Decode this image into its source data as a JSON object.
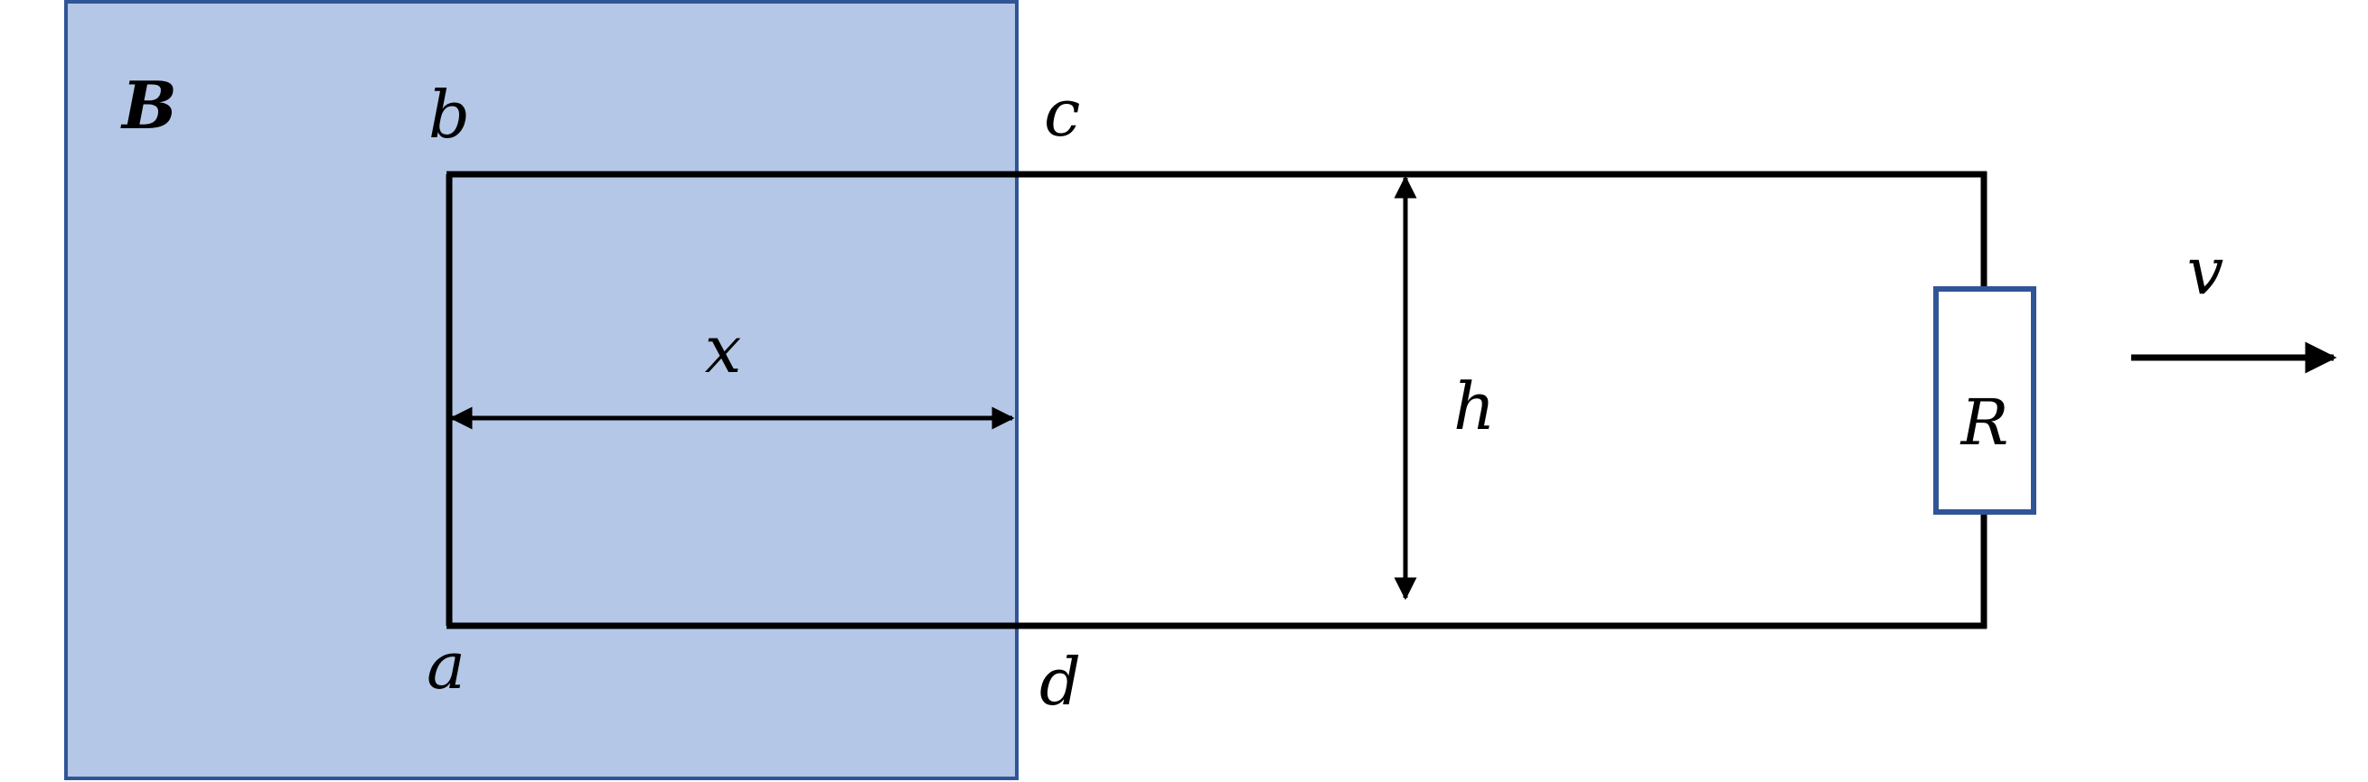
{
  "field": {
    "label": "B",
    "fill_color": "#b4c7e7",
    "border_color": "#2f5597"
  },
  "circuit": {
    "corners": {
      "a": "a",
      "b": "b",
      "c": "c",
      "d": "d"
    },
    "resistor": {
      "label": "R",
      "border_color": "#2f5597"
    },
    "wire_color": "#000000"
  },
  "dimensions": {
    "width_label": "x",
    "height_label": "h"
  },
  "motion": {
    "velocity_label": "v"
  }
}
